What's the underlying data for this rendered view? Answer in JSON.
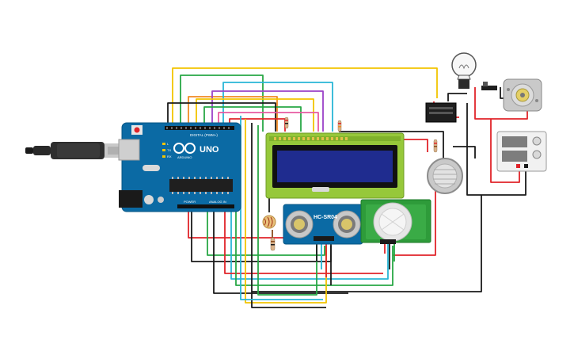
{
  "arduino": {
    "brand": "UNO",
    "sub": "ARDUINO",
    "model": "DIGITAL (PWM~)",
    "power_label": "POWER",
    "analog_label": "ANALOG IN",
    "led_labels": [
      "L",
      "TX",
      "RX"
    ]
  },
  "ultrasonic": {
    "label": "HC-SR04"
  },
  "lcd": {
    "rows": 2,
    "cols": 16
  },
  "colors": {
    "red": "#e0242a",
    "black": "#1a1a1a",
    "yellow": "#f2c400",
    "green": "#28a745",
    "orange": "#f08a24",
    "cyan": "#29b6d6",
    "purple": "#9b42c8",
    "pink": "#e85aa0",
    "brown": "#8a4b1c",
    "board": "#0b6aa4",
    "lcd_bg": "#96c83a",
    "lcd_screen": "#1f2c8f"
  }
}
